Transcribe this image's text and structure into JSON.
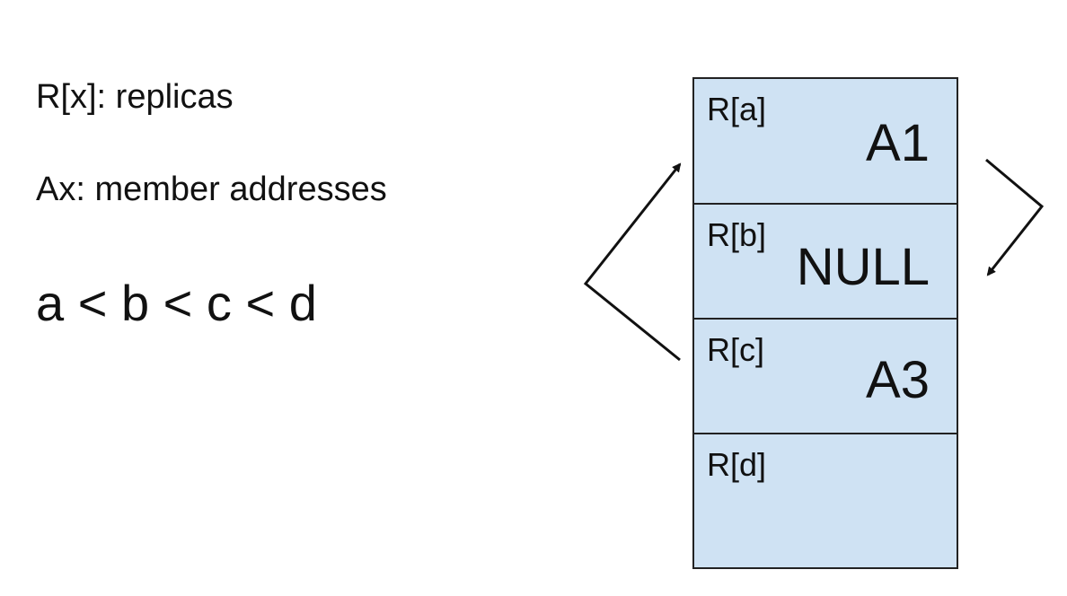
{
  "legend": {
    "replicas": "R[x]: replicas",
    "addresses": "Ax: member addresses"
  },
  "ordering": "a < b < c < d",
  "replica_table": {
    "colors": {
      "fill": "#cfe2f3",
      "border": "#222222"
    },
    "cells": [
      {
        "label": "R[a]",
        "value": "A1"
      },
      {
        "label": "R[b]",
        "value": "NULL"
      },
      {
        "label": "R[c]",
        "value": "A3"
      },
      {
        "label": "R[d]",
        "value": ""
      }
    ]
  }
}
